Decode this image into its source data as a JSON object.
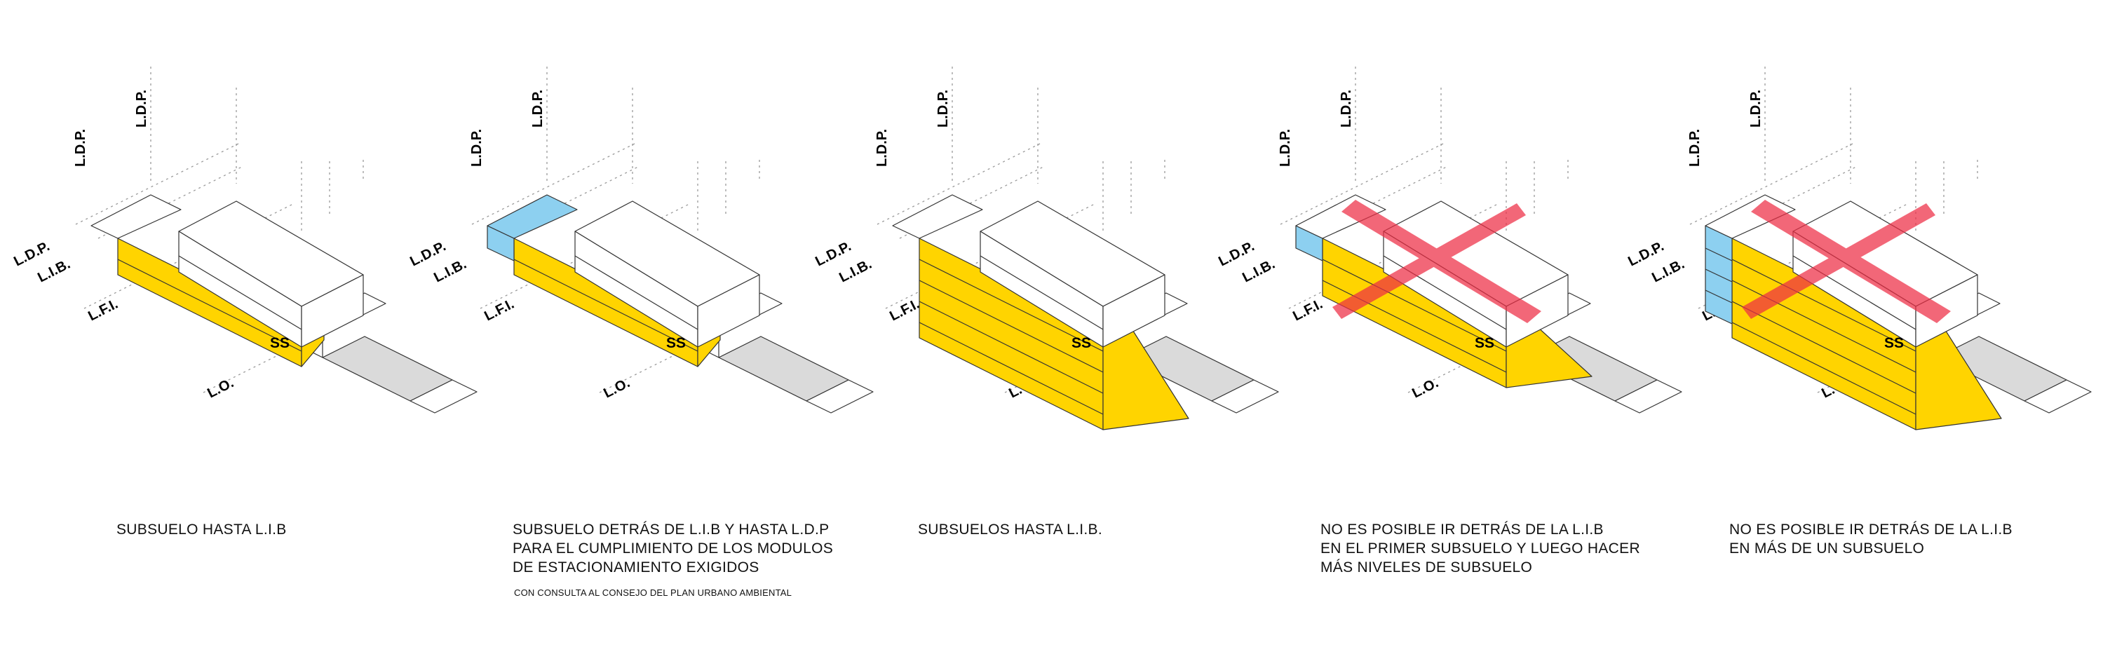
{
  "colors": {
    "yellow": "#FFD400",
    "blue": "#8DD0F0",
    "gray": "#DADADA",
    "red_cross": "#EE2E45",
    "line": "#333333",
    "guide": "#9a9a9a"
  },
  "labels": {
    "ldp": "L.D.P.",
    "lib": "L.I.B.",
    "lfi": "L.F.I.",
    "lo": "L.O.",
    "ss": "SS"
  },
  "panels": [
    {
      "caption": "SUBSUELO HASTA L.I.B",
      "note": "",
      "basement_levels": 1,
      "extends_behind_lib": false,
      "not_allowed": false
    },
    {
      "caption": "SUBSUELO DETRÁS DE L.I.B Y HASTA L.D.P\nPARA EL CUMPLIMIENTO DE LOS MODULOS\nDE ESTACIONAMIENTO EXIGIDOS",
      "note": "CON CONSULTA AL CONSEJO DEL PLAN URBANO AMBIENTAL",
      "basement_levels": 1,
      "extends_behind_lib": true,
      "not_allowed": false
    },
    {
      "caption": "SUBSUELOS HASTA L.I.B.",
      "note": "",
      "basement_levels": 4,
      "extends_behind_lib": false,
      "not_allowed": false
    },
    {
      "caption": "NO ES POSIBLE IR DETRÁS DE LA L.I.B\nEN EL PRIMER SUBSUELO Y LUEGO HACER\nMÁS NIVELES DE SUBSUELO",
      "note": "",
      "basement_levels": 2,
      "extends_behind_lib": true,
      "not_allowed": true
    },
    {
      "caption": "NO ES POSIBLE IR DETRÁS DE LA L.I.B\nEN MÁS DE UN SUBSUELO",
      "note": "",
      "basement_levels": 4,
      "extends_behind_lib": true,
      "not_allowed": true
    }
  ]
}
